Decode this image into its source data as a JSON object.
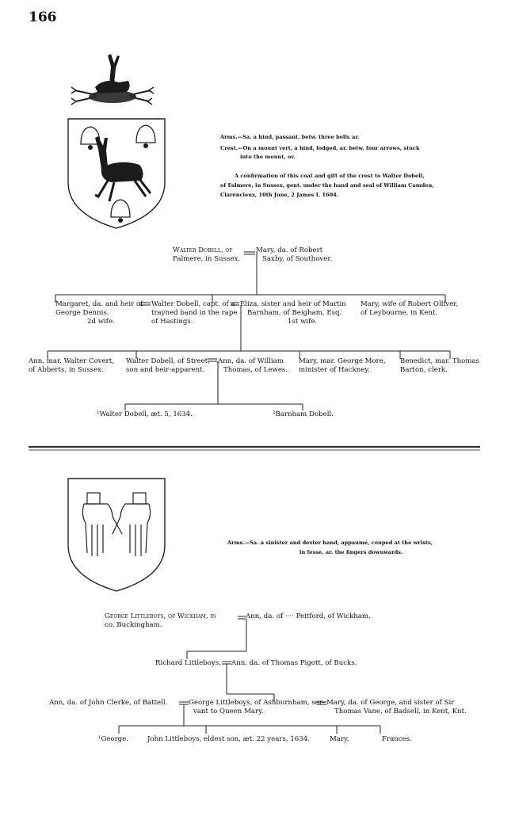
{
  "page_number": "166",
  "dobell": {
    "arms": [
      "Arms.—Sa. a hind, passant, betw. three bells ar.",
      "Crest.—On a mount vert, a hind, lodged, ar. betw. four arrows, stuck",
      "into the mount, or."
    ],
    "confirmation": [
      "A confirmation of this coat and gift of the crest to Walter Dobell,",
      "of Falmere, in Sussex, gent. under the hand and seal of William Camden,",
      "Clarencieux, 10th June, 2 James I. 1604."
    ],
    "gen1_left": [
      "Walter Dobell, of",
      "Falmere, in Sussex."
    ],
    "gen1_right": [
      "Mary, da. of Robert",
      "Saxby, of Southover."
    ],
    "gen2_margaret": [
      "Margaret, da. and heir of",
      "George Dennis.",
      "2d wife."
    ],
    "gen2_walter": [
      "Walter Dobell, capt. of a",
      "trayned band in the rape",
      "of Hastings."
    ],
    "gen2_eliza": [
      "Eliza, sister and heir of Martin",
      "Barnham, of Beigham, Esq.",
      "1st wife."
    ],
    "gen2_mary": [
      "Mary, wife of Robert Olliver,",
      "of Leybourne, in Kent."
    ],
    "gen3_ann": [
      "Ann, mar. Walter Covert,",
      "of Abberts, in Sussex."
    ],
    "gen3_walter": [
      "Walter Dobell, of Street,",
      "son and heir-apparent."
    ],
    "gen3_ann2": [
      "Ann, da. of William",
      "Thomas, of Lewes."
    ],
    "gen3_mary": [
      "Mary, mar. George More,",
      "minister of Hackney."
    ],
    "gen3_benedict": [
      "Benedict, mar. Thomas",
      "Barton, clerk."
    ],
    "gen4_walter": "¹Walter Dobell, æt. 5, 1634.",
    "gen4_barnham": "²Barnham Dobell."
  },
  "littleboys": {
    "arms": [
      "Arms.—Sa. a sinister and dexter hand, appaumé, couped at the wrists,",
      "in fesse, ar. the fingers downwards."
    ],
    "gen1_left": [
      "George Littleboys, of Wickham, in",
      "co. Buckingham."
    ],
    "gen1_right": "Ann, da. of ···· Peitford, of Wickham.",
    "gen2_left": "Richard Littleboys.",
    "gen2_right": "Ann, da. of Thomas Pigott, of Bucks.",
    "gen3_ann": "Ann, da. of John Clerke, of Battell.",
    "gen3_george": [
      "George Littleboys, of Ashburnham, ser-",
      "vant to Queen Mary."
    ],
    "gen3_mary": [
      "Mary, da. of George, and sister of Sir",
      "Thomas Vane, of Badsell, in Kent, Knt."
    ],
    "gen4": [
      "¹George.",
      "John Littleboys, eldest son, æt. 22 years, 1634.",
      "Mary.",
      "Frances."
    ]
  }
}
